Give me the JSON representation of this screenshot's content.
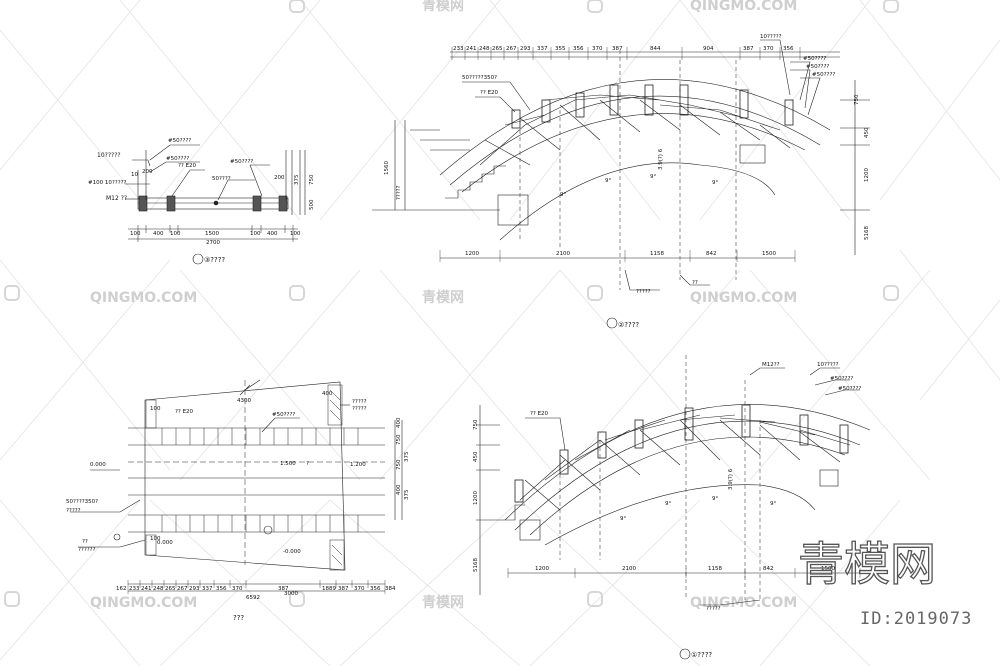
{
  "views": {
    "section3": {
      "caption": "③????",
      "dims": [
        "100",
        "400",
        "100",
        "1500",
        "100",
        "400",
        "100"
      ],
      "total": "2700",
      "labels": [
        "#50????",
        "#50????",
        "10?????",
        "?? Ε20",
        "#50????",
        "#100 10?????",
        "50????",
        "M12 ??"
      ],
      "side_dims": [
        "500",
        "375",
        "750"
      ],
      "small": [
        "200",
        "10",
        "200"
      ]
    },
    "section2": {
      "caption": "②????",
      "top_dims": [
        "233",
        "241",
        "248",
        "265",
        "267",
        "293",
        "337",
        "355",
        "356",
        "370",
        "387",
        "844",
        "904",
        "387",
        "370",
        "356"
      ],
      "labels": [
        "10?????",
        "#50????",
        "#50????",
        "#50????",
        "50?????350?",
        "?? Ε20",
        "?????",
        "??"
      ],
      "right_dims": [
        "750",
        "450",
        "1200",
        "5168"
      ],
      "left_dims": [
        "1560",
        "?????"
      ],
      "bottom_dims": [
        "1200",
        "2100",
        "1158",
        "842",
        "1500"
      ],
      "angles": [
        "9°",
        "9°",
        "9°",
        "9°"
      ],
      "vert_label": "3.9(?) 6"
    },
    "plan": {
      "caption": "???",
      "labels": [
        "#50????",
        "?? Ε20",
        "?????",
        "?????",
        "50????350?",
        "?????",
        "??",
        "??????",
        "4300",
        "1.500",
        "-0.000",
        "0.000",
        "1.200",
        "0.000",
        "?"
      ],
      "right_dims": [
        "400",
        "750",
        "750",
        "400",
        "375",
        "375",
        "100",
        "100"
      ],
      "bottom_dims": [
        "162",
        "233",
        "241",
        "248",
        "265",
        "267",
        "293",
        "337",
        "356",
        "370",
        "387",
        "1889",
        "387",
        "370",
        "356",
        "384"
      ],
      "bottom_total": "6592",
      "bottom_sub": "3000",
      "small_dims": [
        "100",
        "100",
        "400"
      ]
    },
    "elevation1": {
      "caption": "①????",
      "labels": [
        "M12??",
        "10?????",
        "#50????",
        "#50????",
        "?? Ε20",
        "?????"
      ],
      "left_dims": [
        "750",
        "450",
        "1200",
        "5168"
      ],
      "bottom_dims": [
        "1200",
        "2100",
        "1158",
        "842",
        "1500"
      ],
      "angles": [
        "9°",
        "9°",
        "9°",
        "9°"
      ],
      "vert_label": "3.9(?) 6"
    }
  },
  "watermark": {
    "text": "QINGMO.COM",
    "cn_text": "青模网",
    "big_text": "青模网",
    "id_text": "ID:2019073"
  }
}
